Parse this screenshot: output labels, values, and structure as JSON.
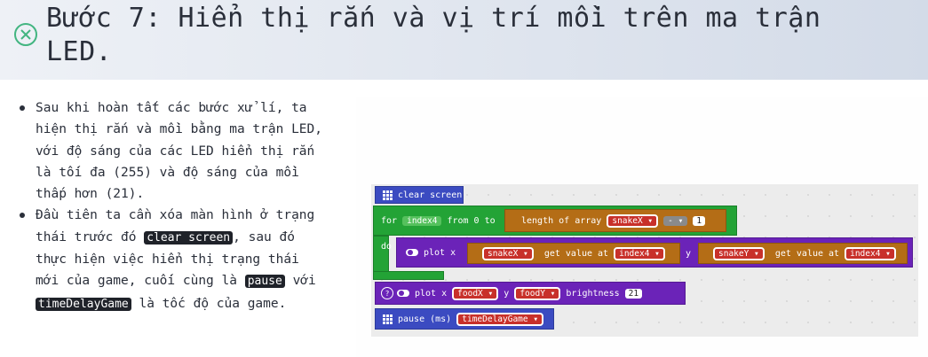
{
  "header": {
    "title": "Bước 7: Hiển thị rắn và vị trí mồi trên ma trận LED."
  },
  "content": {
    "bullet1": "Sau khi hoàn tất các bước xử lí, ta hiện thị rắn và mồi bằng ma trận LED, với độ sáng của các LED hiển thị rắn là tối đa (255) và độ sáng của mồi thấp hơn (21).",
    "bullet2_pre": "Đầu tiên ta cần xóa màn hình ở trạng thái trước đó ",
    "bullet2_code1": "clear screen",
    "bullet2_mid": ", sau đó thực hiện việc hiển thị trạng thái mới của game, cuối cùng là ",
    "bullet2_code2": "pause",
    "bullet2_mid2": " với ",
    "bullet2_code3": "timeDelayGame",
    "bullet2_post": " là tốc độ của game."
  },
  "blocks": {
    "clear_screen": "clear screen",
    "for_kw": "for",
    "for_var": "index4",
    "from_kw": "from 0 to",
    "length_of_array": "length of array",
    "snakeX": "snakeX",
    "minus": "-",
    "one": "1",
    "do_kw": "do",
    "plot_x": "plot x",
    "get_value_at": "get value at",
    "index4": "index4",
    "y_kw": "y",
    "snakeY": "snakeY",
    "foodX": "foodX",
    "foodY": "foodY",
    "brightness": "brightness",
    "brightness_val": "21",
    "pause_ms": "pause (ms)",
    "timeDelayGame": "timeDelayGame"
  },
  "colors": {
    "basic_blue": "#3b4bc1",
    "loop_green": "#23a336",
    "led_purple": "#6b23b8",
    "array_orange": "#b46d16",
    "variable_red": "#c8302a",
    "close_icon": "#43b581"
  }
}
